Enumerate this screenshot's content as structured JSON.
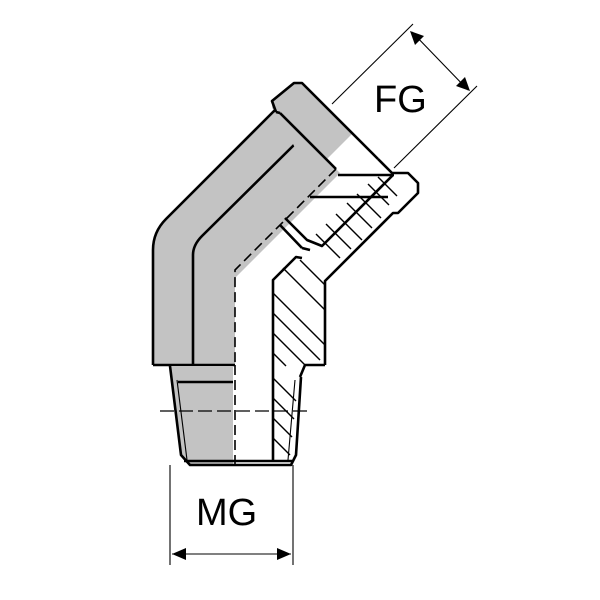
{
  "drawing": {
    "title": "45° elbow fitting technical drawing",
    "colors": {
      "body_fill": "#c3c3c3",
      "line": "#000000",
      "background": "#ffffff"
    },
    "dimensions": {
      "fg": {
        "label": "FG"
      },
      "mg": {
        "label": "MG"
      }
    }
  }
}
